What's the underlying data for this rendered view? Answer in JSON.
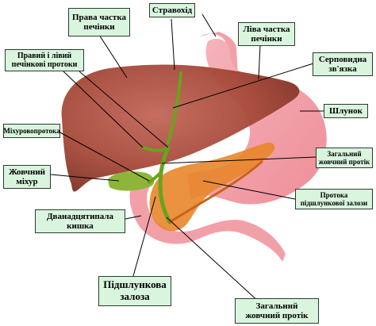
{
  "labels": {
    "right_lobe": [
      "Права частка",
      "печінки"
    ],
    "esophagus": [
      "Стравохід"
    ],
    "left_lobe": [
      "Ліва частка",
      "печінки"
    ],
    "hepatic_ducts": [
      "Правий і лівий",
      "печінкові протоки"
    ],
    "falciform_ligament": [
      "Серповидна",
      "зв'язка"
    ],
    "stomach": [
      "Шлунок"
    ],
    "cystic_duct": [
      "Міхуровопротока"
    ],
    "common_bile_duct_right": [
      "Загальний",
      "жовчний протік"
    ],
    "gallbladder": [
      "Жовчний",
      "міхур"
    ],
    "pancreatic_duct": [
      "Протока",
      "підшлункової залози"
    ],
    "duodenum": [
      "Дванадцятипала",
      "кишка"
    ],
    "pancreas": [
      "Підшлункова",
      "залоза"
    ],
    "common_bile_duct_bottom": [
      "Загальний",
      "жовчний протік"
    ]
  },
  "colors": {
    "label_fill": "#d9f5de",
    "liver": "#a64a3a",
    "stomach": "#f2a0a8",
    "pancreas": "#e8862a",
    "bile_duct": "#6aa21c",
    "gallbladder": "#8eb53a"
  }
}
